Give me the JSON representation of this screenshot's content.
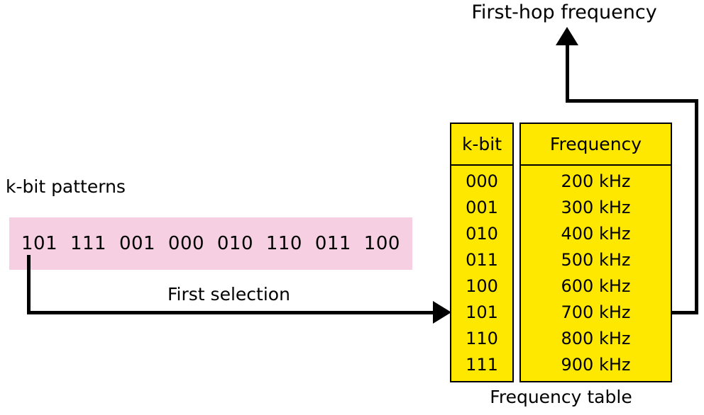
{
  "diagram": {
    "title": "First-hop frequency",
    "patterns_label": "k-bit patterns",
    "patterns": [
      "101",
      "111",
      "001",
      "000",
      "010",
      "110",
      "011",
      "100"
    ],
    "selection_label": "First selection",
    "table_caption": "Frequency table",
    "table": {
      "headers": [
        "k-bit",
        "Frequency"
      ],
      "rows": [
        {
          "kbit": "000",
          "frequency": "200 kHz"
        },
        {
          "kbit": "001",
          "frequency": "300 kHz"
        },
        {
          "kbit": "010",
          "frequency": "400 kHz"
        },
        {
          "kbit": "011",
          "frequency": "500 kHz"
        },
        {
          "kbit": "100",
          "frequency": "600 kHz"
        },
        {
          "kbit": "101",
          "frequency": "700 kHz"
        },
        {
          "kbit": "110",
          "frequency": "800 kHz"
        },
        {
          "kbit": "111",
          "frequency": "900 kHz"
        }
      ]
    },
    "colors": {
      "pattern_bar": "#f7cfe2",
      "table": "#ffe800",
      "line": "#000000",
      "background": "#ffffff"
    }
  }
}
